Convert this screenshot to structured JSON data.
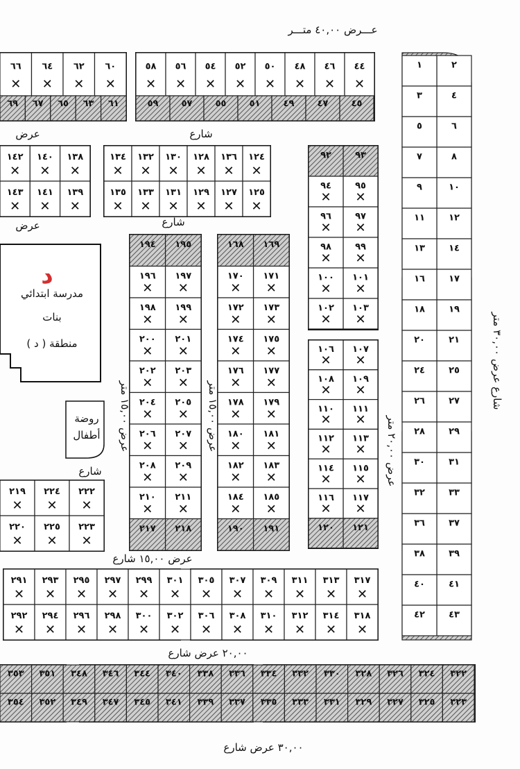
{
  "streets": {
    "top": "عـــرض ٤٠,٠٠ متـــر",
    "upper_left": "عرض",
    "upper_mid": "شارع",
    "left_mid": "عرض",
    "mid_street": "شارع",
    "col_width_left": "عرض ١٥,٠٠ متر",
    "col_width_mid": "عرض ١٥,٠٠ متر",
    "col_width_right": "عرض ٢٠,٠٠ متر",
    "right_vertical": "شارع عرض ٣٠,٠٠ متر",
    "lower_1": "عرض ١٥,٠٠ شارع",
    "lower_2": "٢٠,٠٠ عرض شارع",
    "bottom": "٣٠,٠٠ عرض شارع",
    "left_small": "شارع"
  },
  "facilities": {
    "school_line1": "مدرسة ابتدائي",
    "school_line2": "بنات",
    "school_line3": "منطقة ( د )",
    "school_letter": "د",
    "kinder_line1": "روضة",
    "kinder_line2": "أطفال"
  },
  "colors": {
    "hatch": "#555555",
    "accent_red": "#d32f2f",
    "water": "#3a7bd5"
  },
  "blocks": {
    "top_row_left": [
      "٦٦",
      "٦٤",
      "٦٢",
      "٦٠"
    ],
    "top_row_left_bottom": [
      "٦٩",
      "٦٧",
      "٦٥",
      "٦٣",
      "٦١"
    ],
    "top_row_mid": [
      "٥٨",
      "٥٦",
      "٥٤",
      "٥٢",
      "٥٠",
      "٤٨",
      "٤٦",
      "٤٤"
    ],
    "top_row_mid_bottom": [
      "٥٩",
      "٥٧",
      "٥٥",
      "٥١",
      "٤٩",
      "٤٧",
      "٤٥"
    ],
    "row2_left_top": [
      "١٤٢",
      "١٤٠",
      "١٣٨"
    ],
    "row2_left_bot": [
      "١٤٣",
      "١٤١",
      "١٣٩"
    ],
    "row2_mid_top": [
      "١٣٤",
      "١٣٢",
      "١٣٠",
      "١٢٨",
      "١٣٦",
      "١٢٤"
    ],
    "row2_mid_bot": [
      "١٣٥",
      "١٣٣",
      "١٣١",
      "١٢٩",
      "١٢٧",
      "١٢٥"
    ],
    "right_col_a": [
      "٩٣",
      "٩٢",
      "٩٥",
      "٩٤",
      "٩٧",
      "٩٦",
      "٩٩",
      "٩٨",
      "١٠١",
      "١٠٠",
      "١٠٣",
      "١٠٢"
    ],
    "right_col_b": [
      "١٠٧",
      "١٠٦",
      "١٠٩",
      "١٠٨",
      "١١١",
      "١١٠",
      "١١٣",
      "١١٢",
      "١١٥",
      "١١٤",
      "١١٧",
      "١١٦",
      "١٢١",
      "١٢٠"
    ],
    "far_right": [
      "٢",
      "١",
      "٤",
      "٣",
      "٦",
      "٥",
      "٨",
      "٧",
      "١٠",
      "٩",
      "١٢",
      "١١",
      "١٤",
      "١٣",
      "١٧",
      "١٦",
      "١٩",
      "١٨",
      "٢١",
      "٢٠",
      "٢٥",
      "٢٤",
      "٢٧",
      "٢٦",
      "٢٩",
      "٢٨",
      "٣١",
      "٣٠",
      "٣٣",
      "٣٢",
      "٣٧",
      "٣٦",
      "٣٩",
      "٣٨",
      "٤١",
      "٤٠",
      "٤٣",
      "٤٢"
    ],
    "col1": [
      "١٩٥",
      "١٩٤",
      "١٩٧",
      "١٩٦",
      "١٩٩",
      "١٩٨",
      "٢٠١",
      "٢٠٠",
      "٢٠٣",
      "٢٠٢",
      "٢٠٥",
      "٢٠٤",
      "٢٠٧",
      "٢٠٦",
      "٢٠٩",
      "٢٠٨",
      "٢١١",
      "٢١٠",
      "٢١٨",
      "٢١٧"
    ],
    "col2": [
      "١٦٩",
      "١٦٨",
      "١٧١",
      "١٧٠",
      "١٧٣",
      "١٧٢",
      "١٧٥",
      "١٧٤",
      "١٧٧",
      "١٧٦",
      "١٧٩",
      "١٧٨",
      "١٨١",
      "١٨٠",
      "١٨٣",
      "١٨٢",
      "١٨٥",
      "١٨٤",
      "١٩١",
      "١٩٠"
    ],
    "left_small_top": [
      "٢١٩",
      "٢٢٤",
      "٢٢٢"
    ],
    "left_small_bot": [
      "٢٢٠",
      "٢٢٥",
      "٢٢٣"
    ],
    "row_bottom1_top": [
      "٢٩١",
      "٢٩٣",
      "٢٩٥",
      "٢٩٧",
      "٢٩٩",
      "٣٠١",
      "٣٠٥",
      "٣٠٧",
      "٣٠٩",
      "٣١١",
      "٣١٣",
      "٣١٧"
    ],
    "row_bottom1_bot": [
      "٢٩٢",
      "٢٩٤",
      "٢٩٦",
      "٢٩٨",
      "٣٠٠",
      "٣٠٢",
      "٣٠٦",
      "٣٠٨",
      "٣١٠",
      "٣١٢",
      "٣١٤",
      "٣١٨"
    ],
    "row_bottom2_top": [
      "٣٥٣",
      "٣٥١",
      "٣٤٨",
      "٣٤٦",
      "٣٤٤",
      "٣٤٠",
      "٣٣٨",
      "٣٣٦",
      "٣٣٤",
      "٣٣٢",
      "٣٣٠",
      "٣٢٨",
      "٣٢٦",
      "٣٢٤",
      "٣٢٢"
    ],
    "row_bottom2_bot": [
      "٣٥٤",
      "٣٥٢",
      "٣٤٩",
      "٣٤٧",
      "٣٤٥",
      "٣٤١",
      "٣٣٩",
      "٣٣٧",
      "٣٣٥",
      "٣٣٣",
      "٣٣١",
      "٣٢٩",
      "٣٢٧",
      "٣٢٥",
      "٣٢٣"
    ]
  }
}
